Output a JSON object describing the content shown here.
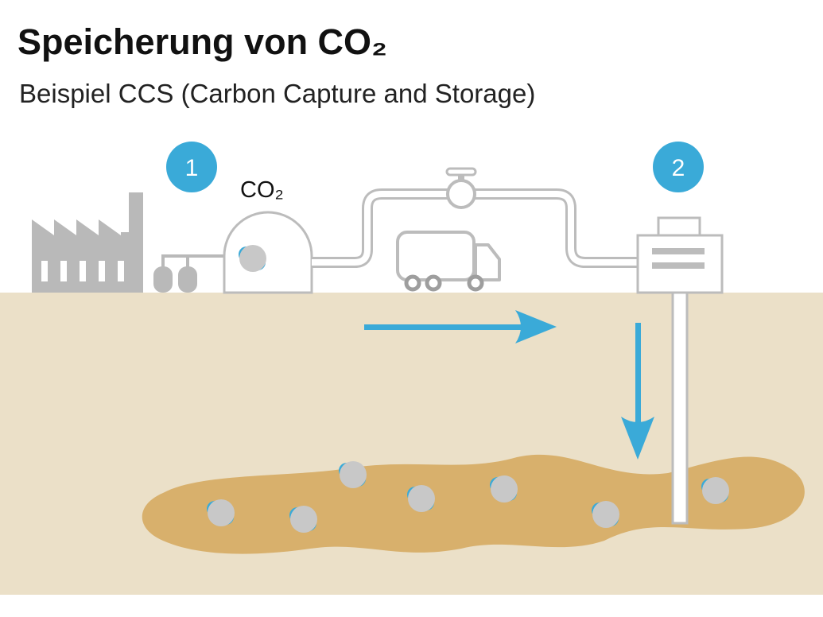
{
  "title": "Speicherung von CO₂",
  "subtitle": "Beispiel CCS (Carbon Capture and Storage)",
  "steps": [
    {
      "number": "1"
    },
    {
      "number": "2"
    }
  ],
  "co2_label": "CO₂",
  "colors": {
    "accent_blue": "#3aaad8",
    "ground": "#ebe0c8",
    "reservoir": "#d8b06c",
    "structure_gray": "#bcbcbc",
    "outline_gray": "#a8a8a8",
    "molecule_gray": "#c8c8c8"
  }
}
